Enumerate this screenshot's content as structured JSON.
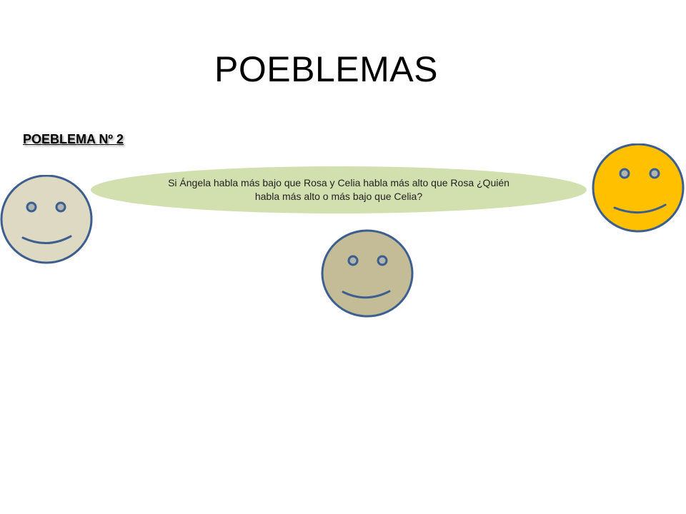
{
  "slide": {
    "title": "POEBLEMAS",
    "problem_heading": "POEBLEMA  Nº 2",
    "problem_text": "Si Ángela habla más bajo que Rosa y Celia habla más alto que Rosa ¿Quién habla más alto o más bajo que Celia?"
  },
  "faces": [
    {
      "name": "left",
      "fill": "#ddd9c3"
    },
    {
      "name": "middle",
      "fill": "#c4bc96"
    },
    {
      "name": "right",
      "fill": "#ffc000"
    }
  ],
  "colors": {
    "bubble_fill": "#d2dfae",
    "face_outline": "#3d5f8f",
    "eye_fill": "#b0b6ae"
  }
}
